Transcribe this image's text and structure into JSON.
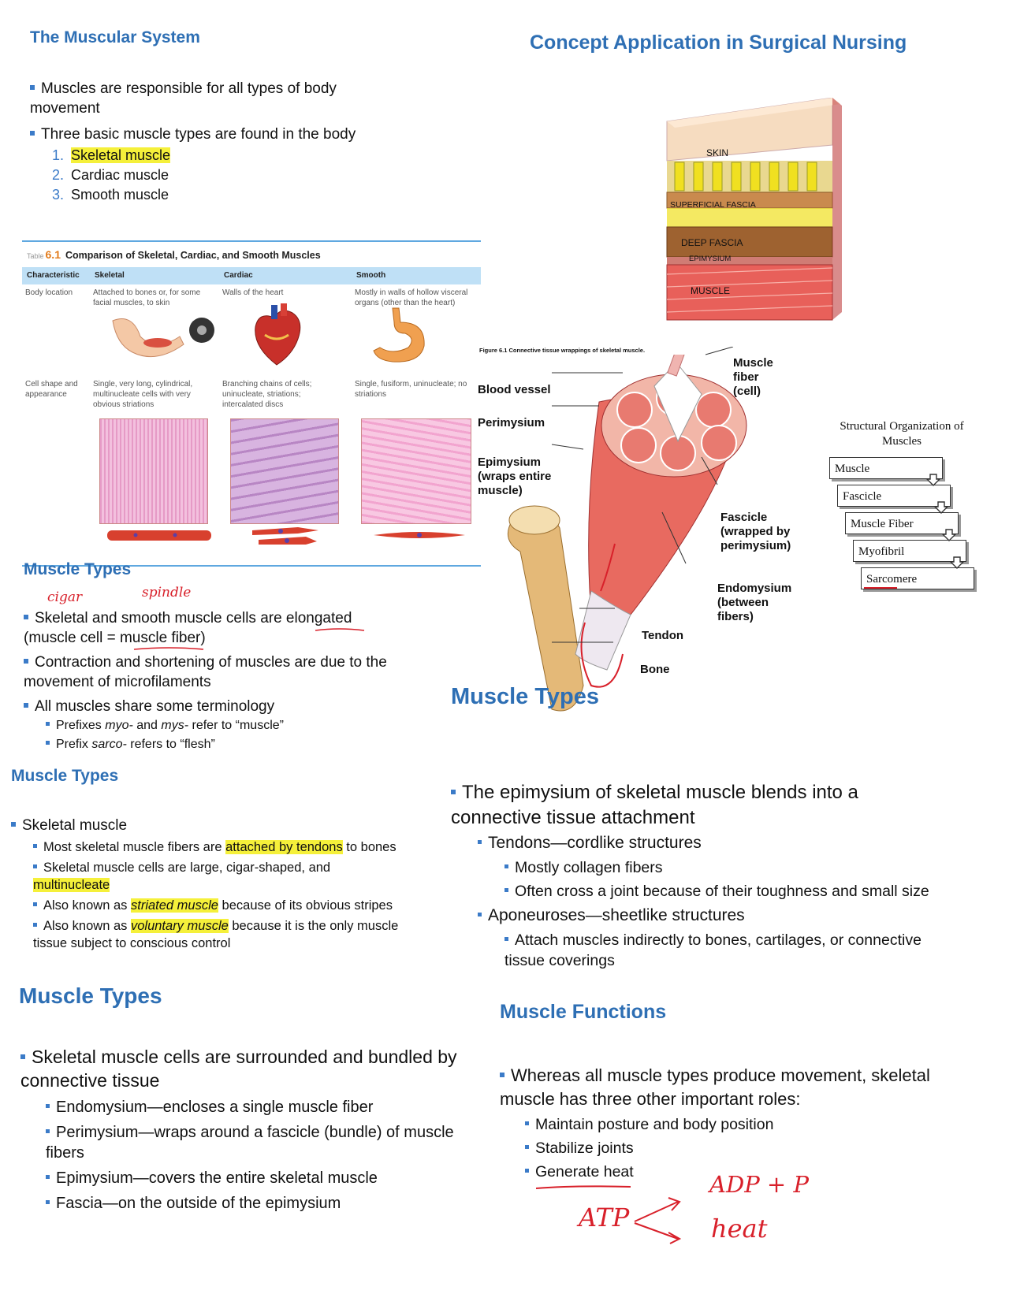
{
  "muscular": {
    "title": "The Muscular System",
    "b1": "Muscles are responsible for all types of body movement",
    "b2": "Three basic muscle types are found in the body",
    "types": [
      {
        "n": "1.",
        "label": "Skeletal muscle"
      },
      {
        "n": "2.",
        "label": "Cardiac muscle"
      },
      {
        "n": "3.",
        "label": "Smooth muscle"
      }
    ]
  },
  "table": {
    "label": "Table",
    "num": "6.1",
    "caption": "Comparison of Skeletal, Cardiac, and Smooth Muscles",
    "headers": [
      "Characteristic",
      "Skeletal",
      "Cardiac",
      "Smooth"
    ],
    "row1": [
      "Body location",
      "Attached to bones or, for some facial muscles, to skin",
      "Walls of the heart",
      "Mostly in walls of hollow visceral organs (other than the heart)"
    ],
    "row2": [
      "Cell shape and appearance",
      "Single, very long, cylindrical, multinucleate cells with very obvious striations",
      "Branching chains of cells; uninucleate, striations; intercalated discs",
      "Single, fusiform, uninucleate; no striations"
    ]
  },
  "types1": {
    "title": "Muscle Types",
    "note_cigar": "cigar",
    "note_spindle": "spindle",
    "b1": "Skeletal and smooth muscle cells are elongated (muscle cell = muscle fiber)",
    "b2": "Contraction and shortening of muscles are due to the movement of microfilaments",
    "b3": "All muscles share some terminology",
    "s1a": "Prefixes ",
    "s1b": "myo-",
    "s1c": " and ",
    "s1d": "mys-",
    "s1e": " refer to “muscle”",
    "s2a": "Prefix ",
    "s2b": "sarco-",
    "s2c": " refers to “flesh”"
  },
  "types2": {
    "title": "Muscle Types",
    "b1": "Skeletal muscle",
    "s1a": "Most skeletal muscle fibers are ",
    "s1b": "attached by tendons",
    "s1c": " to bones",
    "s2a": "Skeletal muscle cells are large, cigar-shaped, and ",
    "s2b": "multinucleate",
    "s3a": "Also known as ",
    "s3b": "striated muscle",
    "s3c": " because of its obvious stripes",
    "s4a": "Also known as ",
    "s4b": "voluntary muscle",
    "s4c": " because it is the only muscle tissue subject to conscious control"
  },
  "types3": {
    "title": "Muscle Types",
    "b1": "Skeletal muscle cells are surrounded and bundled by connective tissue",
    "s1": "Endomysium—encloses a single muscle fiber",
    "s2": "Perimysium—wraps around a fascicle (bundle) of muscle fibers",
    "s3": "Epimysium—covers the entire skeletal muscle",
    "s4": "Fascia—on the outside of the epimysium"
  },
  "concept": {
    "title": "Concept Application in Surgical Nursing",
    "layers": [
      "SKIN",
      "SUPERFICIAL FASCIA",
      "DEEP FASCIA",
      "EPIMYSIUM",
      "MUSCLE"
    ],
    "fig_caption": "Figure 6.1 Connective tissue wrappings of skeletal muscle.",
    "labels": {
      "muscle_fiber": "Muscle fiber (cell)",
      "blood_vessel": "Blood vessel",
      "perimysium": "Perimysium",
      "epimysium": "Epimysium (wraps entire muscle)",
      "fascicle": "Fascicle (wrapped by perimysium)",
      "endomysium": "Endomysium (between fibers)",
      "tendon": "Tendon",
      "bone": "Bone"
    }
  },
  "structural": {
    "title": "Structural Organization of Muscles",
    "items": [
      "Muscle",
      "Fascicle",
      "Muscle Fiber",
      "Myofibril",
      "Sarcomere"
    ]
  },
  "types4": {
    "title": "Muscle Types",
    "b1": "The epimysium of skeletal muscle blends into a connective tissue attachment",
    "s1": "Tendons—cordlike structures",
    "s1a": "Mostly collagen fibers",
    "s1b": "Often cross a joint because of their toughness and small size",
    "s2": "Aponeuroses—sheetlike structures",
    "s2a": "Attach muscles indirectly to bones, cartilages, or connective tissue coverings"
  },
  "functions": {
    "title": "Muscle Functions",
    "b1": "Whereas all muscle types produce movement, skeletal muscle has three other important roles:",
    "s1": "Maintain posture and body position",
    "s2": "Stabilize joints",
    "s3": "Generate heat",
    "note_atp": "ATP",
    "note_adp": "ADP + P",
    "note_heat": "heat"
  },
  "colors": {
    "heading": "#2e6fb4",
    "bullet": "#3b7bc8",
    "highlight": "#f5f03a",
    "ink": "#d8202a"
  }
}
